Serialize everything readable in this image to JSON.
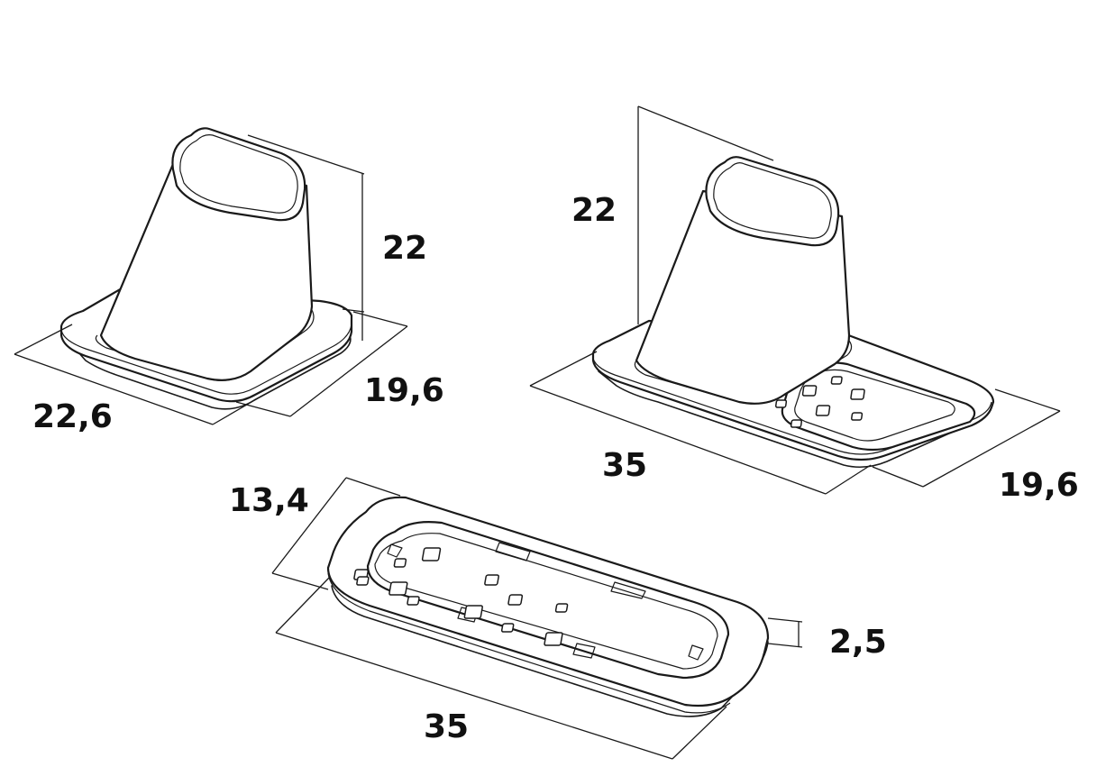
{
  "products": {
    "holder_small": {
      "height_label": "22",
      "width_label": "22,6",
      "depth_label": "19,6"
    },
    "holder_with_tray": {
      "height_label": "22",
      "width_label": "35",
      "depth_label": "19,6"
    },
    "tray": {
      "depth_label": "13,4",
      "width_label": "35",
      "height_label": "2,5"
    }
  },
  "colors": {
    "line": "#1a1a1a",
    "background": "#ffffff",
    "text": "#111111"
  }
}
